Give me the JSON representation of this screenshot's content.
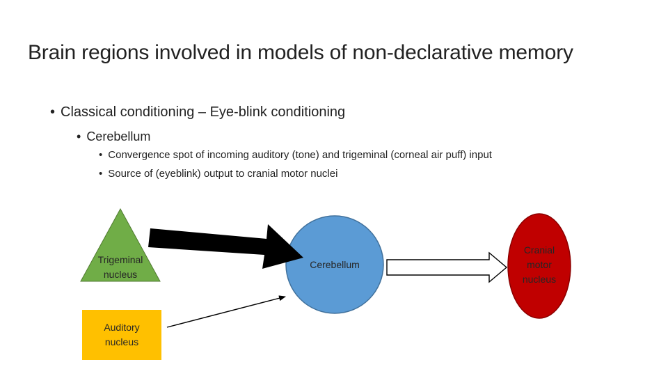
{
  "slide": {
    "title": "Brain regions involved in models of non-declarative memory"
  },
  "bullets": {
    "level1": "Classical conditioning – Eye-blink conditioning",
    "level2": "Cerebellum",
    "level3": [
      "Convergence spot of incoming auditory (tone) and trigeminal (corneal air puff) input",
      "Source of (eyeblink) output to cranial motor nuclei"
    ]
  },
  "diagram": {
    "nodes": {
      "trigeminal": {
        "line1": "Trigeminal",
        "line2": "nucleus",
        "color": "#70ad47"
      },
      "auditory": {
        "line1": "Auditory",
        "line2": "nucleus",
        "color": "#ffc000"
      },
      "cerebellum": {
        "label": "Cerebellum",
        "color": "#5b9bd5"
      },
      "cranial": {
        "line1": "Cranial",
        "line2": "motor",
        "line3": "nucleus",
        "color": "#c00000"
      }
    },
    "arrow_colors": {
      "thick": "#000000",
      "thin": "#000000",
      "output_outline": "#000000"
    }
  }
}
